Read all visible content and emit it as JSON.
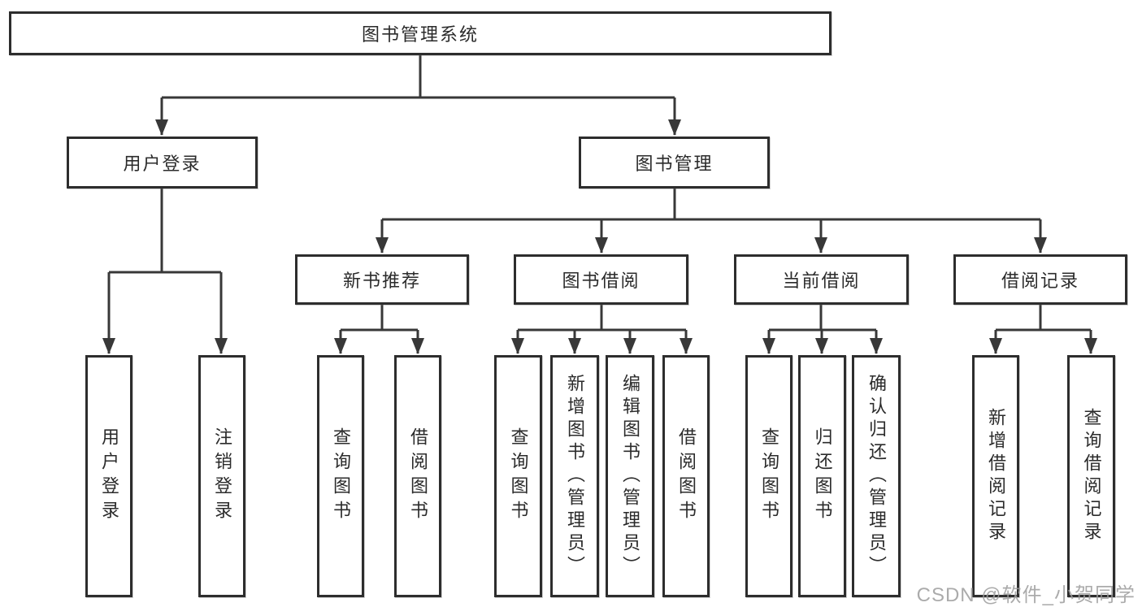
{
  "colors": {
    "box_border": "#2d2d2d",
    "connector": "#383838",
    "text": "#2b2b2b",
    "watermark": "#9d9d9d",
    "background": "#ffffff"
  },
  "watermark": "CSDN @软件_小贺同学",
  "nodes": {
    "root": "图书管理系统",
    "user_login": "用户登录",
    "book_mgmt": "图书管理",
    "new_rec": "新书推荐",
    "borrow": "图书借阅",
    "current": "当前借阅",
    "record": "借阅记录",
    "leaf_login": "用户登录",
    "leaf_logout": "注销登录",
    "rec_query": "查询图书",
    "rec_borrow": "借阅图书",
    "bor_query": "查询图书",
    "bor_add": "新增图书（管理员）",
    "bor_edit": "编辑图书（管理员）",
    "bor_borrow": "借阅图书",
    "cur_query": "查询图书",
    "cur_return": "归还图书",
    "cur_confirm": "确认归还（管理员）",
    "rd_add": "新增借阅记录",
    "rd_query": "查询借阅记录"
  }
}
